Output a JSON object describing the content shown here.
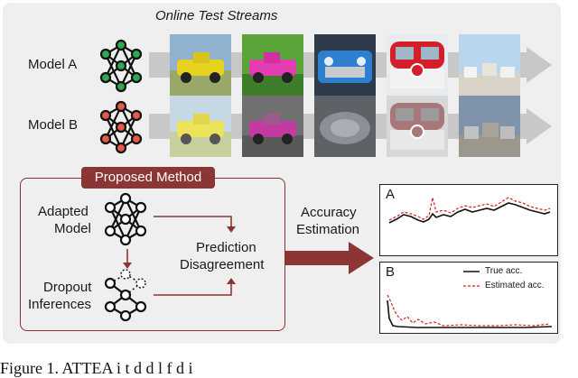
{
  "title": "Online Test Streams",
  "model_a": "Model A",
  "model_b": "Model B",
  "method_title": "Proposed Method",
  "adapted_model": [
    "Adapted",
    "Model"
  ],
  "dropout_inferences": [
    "Dropout",
    "Inferences"
  ],
  "prediction_disagreement": [
    "Prediction",
    "Disagreement"
  ],
  "accuracy_estimation": [
    "Accuracy",
    "Estimation"
  ],
  "chart_a_label": "A",
  "chart_b_label": "B",
  "legend_true": "True acc.",
  "legend_est": "Estimated acc.",
  "caption": "Figure 1. ATTEA  i    t          d   d l           f    d  i",
  "colors": {
    "accent": "#8b3535",
    "green": "#2fa84f",
    "red": "#e8574a"
  }
}
